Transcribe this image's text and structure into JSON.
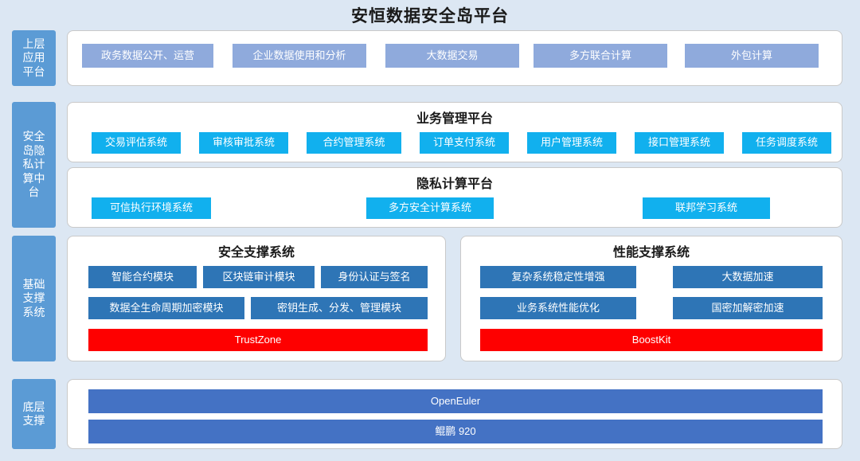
{
  "header": {
    "title": "安恒数据安全岛平台"
  },
  "colors": {
    "background": "#dce7f3",
    "tab": "#5b9bd5",
    "periwinkle": "#8faadc",
    "cyan": "#11b0ee",
    "steel": "#2e75b6",
    "red": "#fe0000",
    "royal": "#4472c4",
    "panel": "#ffffff"
  },
  "layers": [
    {
      "tab_label": "上层应用平台",
      "tab_chars": [
        "上层",
        "应用",
        "平台"
      ],
      "panels": [
        {
          "title": "",
          "items": [
            {
              "label": "政务数据公开、运营",
              "style": "periwinkle"
            },
            {
              "label": "企业数据使用和分析",
              "style": "periwinkle"
            },
            {
              "label": "大数据交易",
              "style": "periwinkle"
            },
            {
              "label": "多方联合计算",
              "style": "periwinkle"
            },
            {
              "label": "外包计算",
              "style": "periwinkle"
            }
          ]
        }
      ]
    },
    {
      "tab_label": "安全岛隐私计算中台",
      "tab_chars": [
        "安全",
        "岛隐",
        "私计",
        "算中",
        "台"
      ],
      "panels": [
        {
          "title": "业务管理平台",
          "items": [
            {
              "label": "交易评估系统",
              "style": "cyan"
            },
            {
              "label": "审核审批系统",
              "style": "cyan"
            },
            {
              "label": "合约管理系统",
              "style": "cyan"
            },
            {
              "label": "订单支付系统",
              "style": "cyan"
            },
            {
              "label": "用户管理系统",
              "style": "cyan"
            },
            {
              "label": "接口管理系统",
              "style": "cyan"
            },
            {
              "label": "任务调度系统",
              "style": "cyan"
            }
          ]
        },
        {
          "title": "隐私计算平台",
          "items": [
            {
              "label": "可信执行环境系统",
              "style": "cyan"
            },
            {
              "label": "多方安全计算系统",
              "style": "cyan"
            },
            {
              "label": "联邦学习系统",
              "style": "cyan"
            }
          ]
        }
      ]
    },
    {
      "tab_label": "基础支撑系统",
      "tab_chars": [
        "基础",
        "支撑",
        "系统"
      ],
      "panels": [
        {
          "title": "安全支撑系统",
          "items": [
            {
              "label": "智能合约模块",
              "style": "steel"
            },
            {
              "label": "区块链审计模块",
              "style": "steel"
            },
            {
              "label": "身份认证与签名",
              "style": "steel"
            },
            {
              "label": "数据全生命周期加密模块",
              "style": "steel"
            },
            {
              "label": "密钥生成、分发、管理模块",
              "style": "steel"
            },
            {
              "label": "TrustZone",
              "style": "red"
            }
          ]
        },
        {
          "title": "性能支撑系统",
          "items": [
            {
              "label": "复杂系统稳定性增强",
              "style": "steel"
            },
            {
              "label": "大数据加速",
              "style": "steel"
            },
            {
              "label": "业务系统性能优化",
              "style": "steel"
            },
            {
              "label": "国密加解密加速",
              "style": "steel"
            },
            {
              "label": "BoostKit",
              "style": "red"
            }
          ]
        }
      ]
    },
    {
      "tab_label": "底层支撑",
      "tab_chars": [
        "底层",
        "支撑"
      ],
      "panels": [
        {
          "title": "",
          "items": [
            {
              "label": "OpenEuler",
              "style": "royal"
            },
            {
              "label": "鲲鹏 920",
              "style": "royal"
            }
          ]
        }
      ]
    }
  ]
}
